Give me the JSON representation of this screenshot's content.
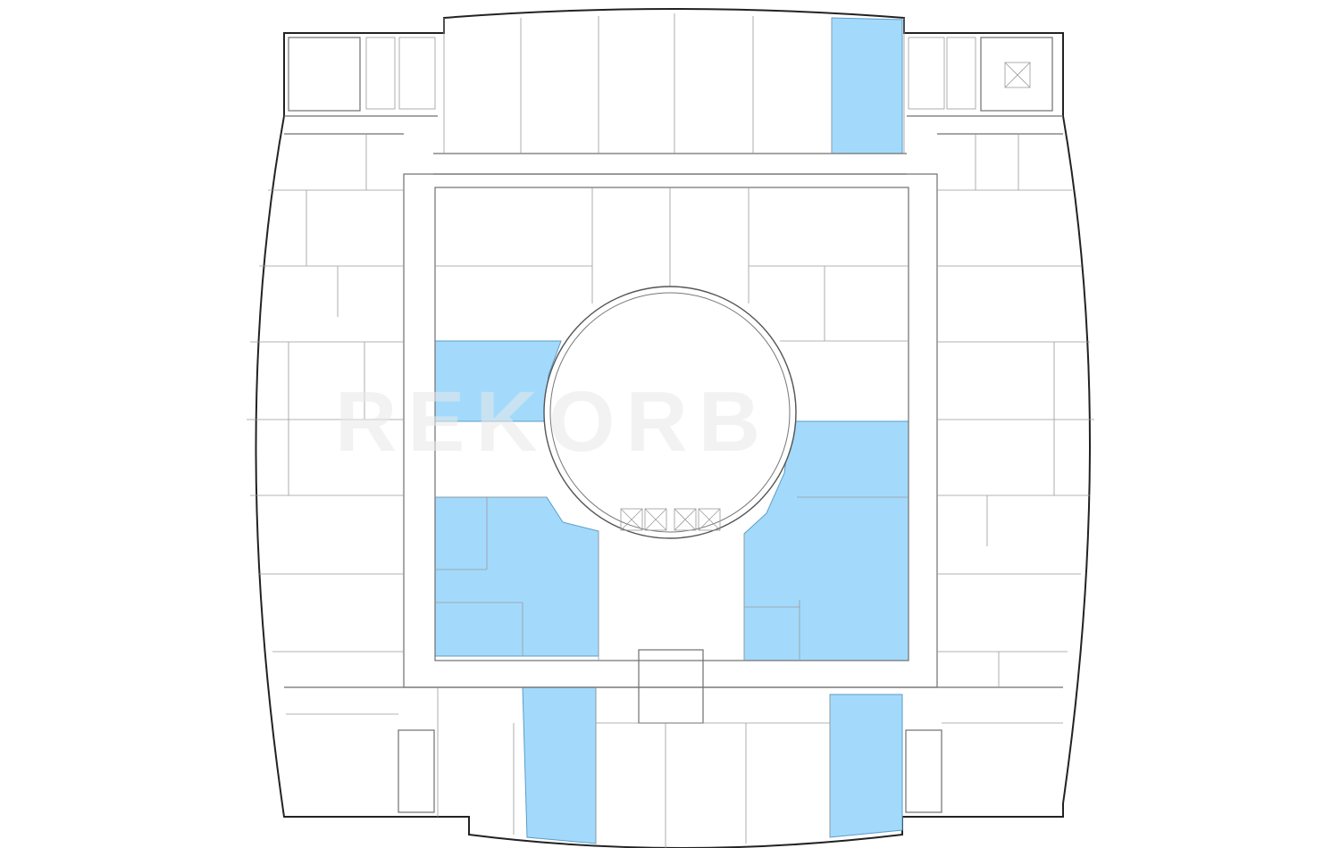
{
  "plan": {
    "watermark": "REKORB",
    "colors": {
      "highlight": "#a3dafc",
      "highlight_stroke": "#5a9cc6",
      "wall": "#6f6f6f",
      "facade": "#222222"
    },
    "highlighted_units": [
      "unit-1",
      "unit-2",
      "unit-3",
      "unit-4",
      "unit-5",
      "unit-6"
    ]
  }
}
